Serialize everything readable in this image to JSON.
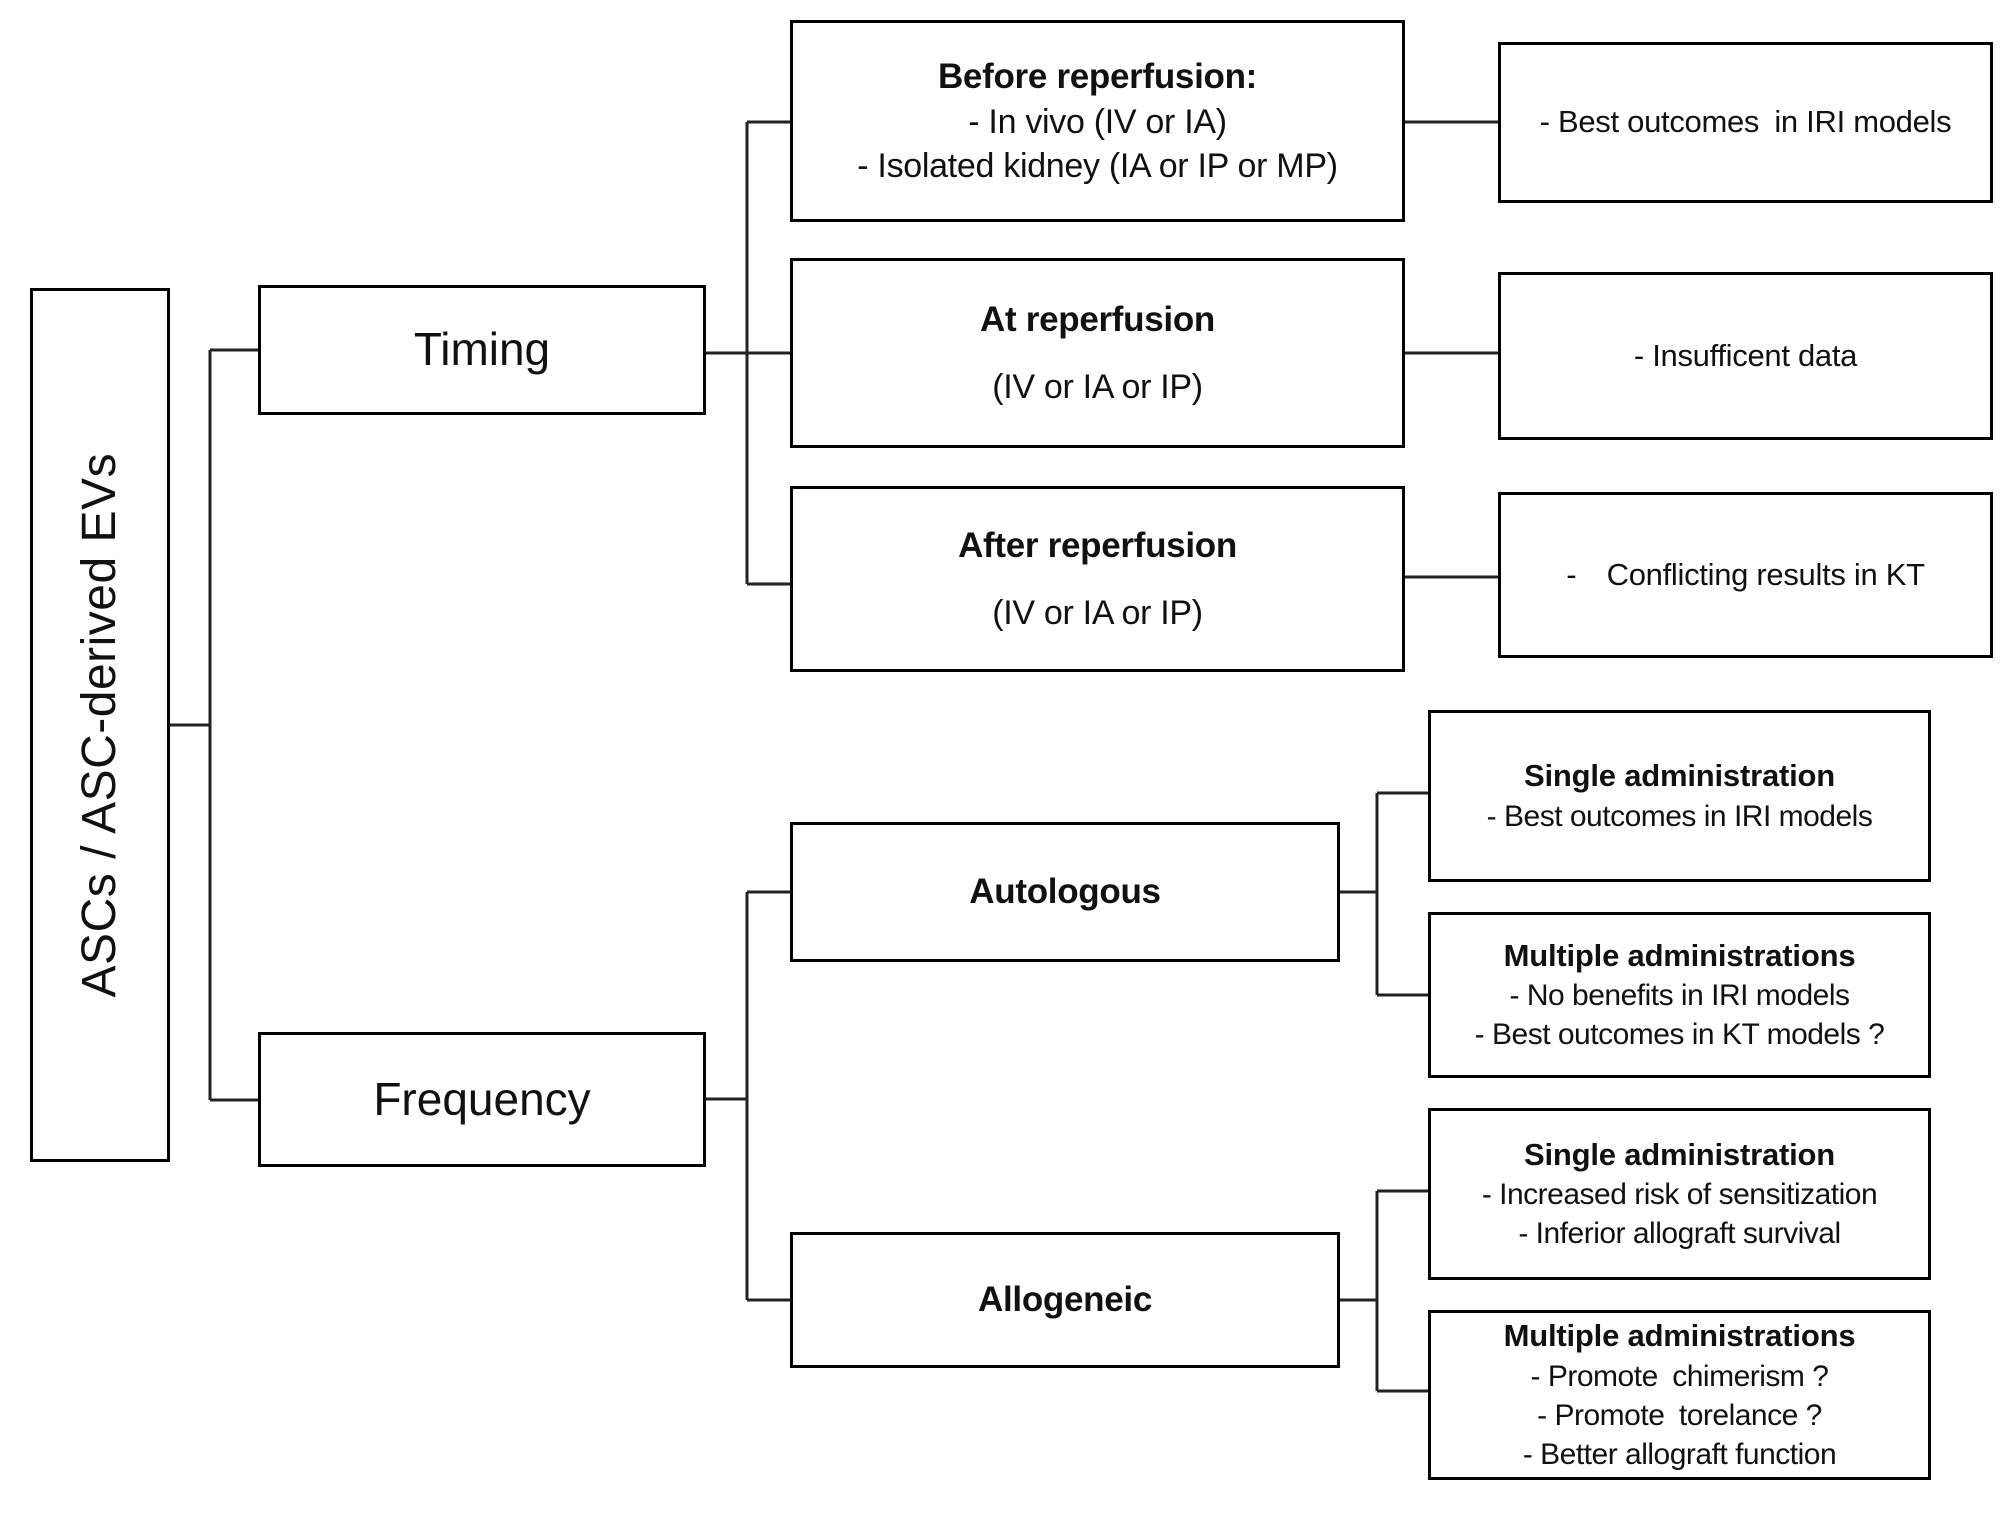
{
  "colors": {
    "background": "#ffffff",
    "box_border": "#000000",
    "connector": "#222222",
    "text": "#111111"
  },
  "diagram": {
    "root": {
      "label": "ASCs / ASC-derived EVs"
    },
    "branches": {
      "timing": {
        "label": "Timing"
      },
      "frequency": {
        "label": "Frequency"
      }
    },
    "timing_nodes": {
      "before": {
        "title": "Before reperfusion:",
        "line1": "- In vivo (IV or IA)",
        "line2": "- Isolated kidney (IA or IP or MP)",
        "outcome": "- Best outcomes in IRI models"
      },
      "at": {
        "title": "At reperfusion",
        "line1": "(IV or IA or IP)",
        "outcome": "- Insufficent data"
      },
      "after": {
        "title": "After reperfusion",
        "line1": "(IV or IA or IP)",
        "outcome": "-  Conflicting results in KT"
      }
    },
    "frequency_nodes": {
      "autologous": {
        "label": "Autologous",
        "single": {
          "title": "Single administration",
          "line1": "- Best outcomes in IRI models"
        },
        "multiple": {
          "title": "Multiple administrations",
          "line1": "- No benefits in IRI models",
          "line2": "- Best outcomes in KT models ?"
        }
      },
      "allogeneic": {
        "label": "Allogeneic",
        "single": {
          "title": "Single administration",
          "line1": "- Increased risk of sensitization",
          "line2": "- Inferior allograft survival"
        },
        "multiple": {
          "title": "Multiple administrations",
          "line1": "- Promote chimerism ?",
          "line2": "- Promote torelance ?",
          "line3": "- Better allograft function"
        }
      }
    }
  }
}
